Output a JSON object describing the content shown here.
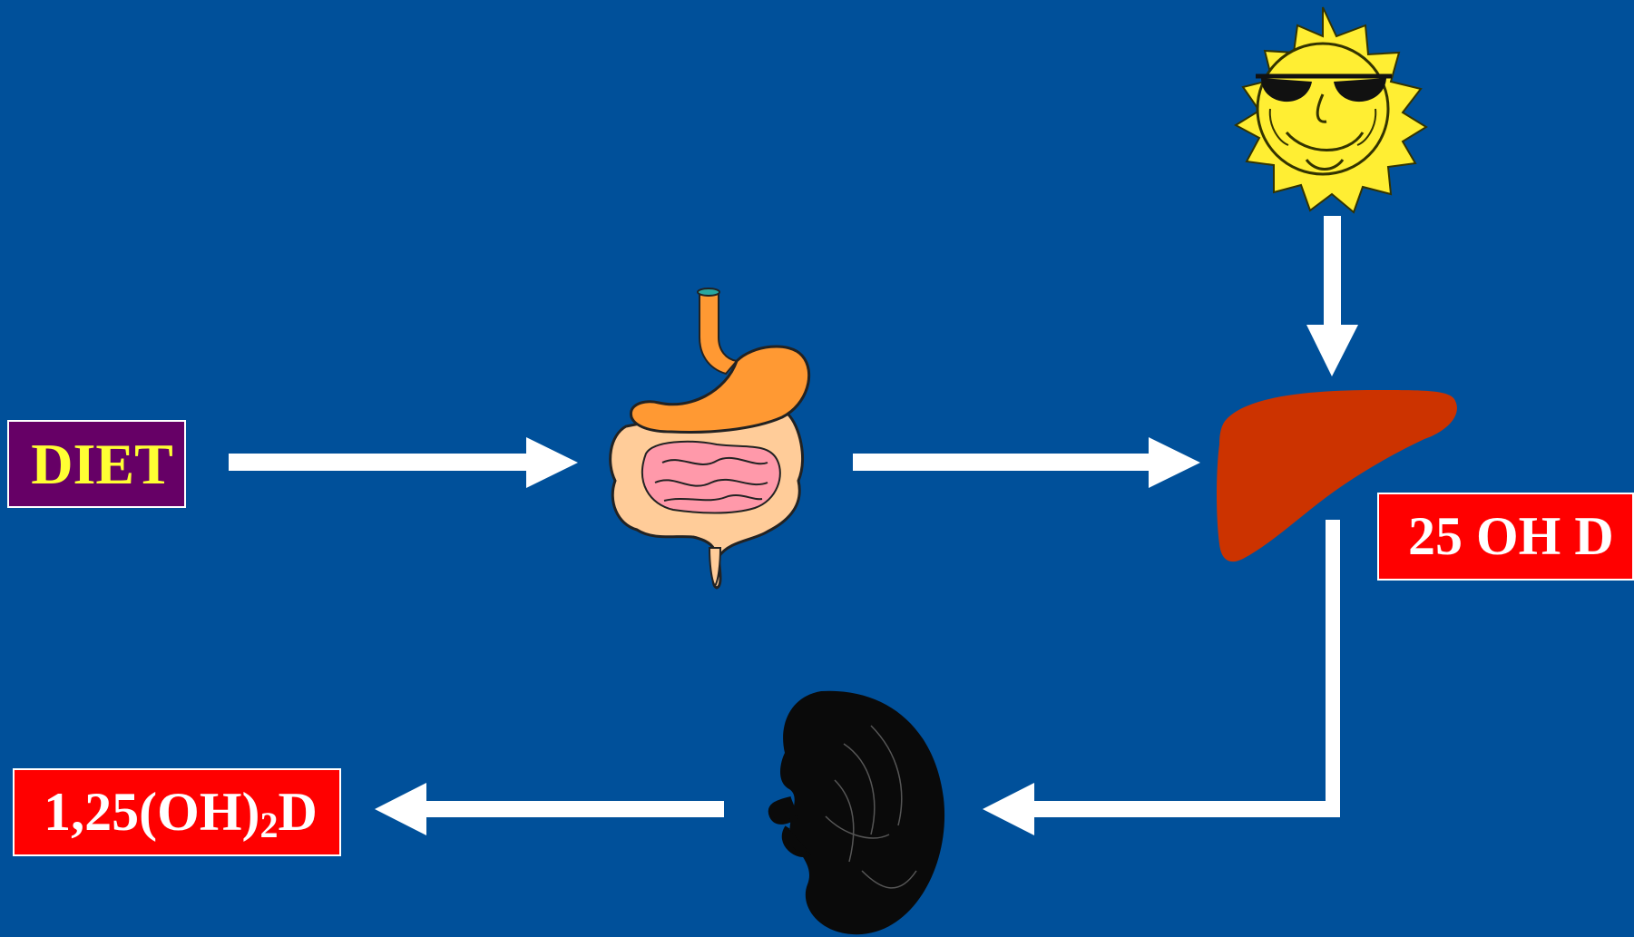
{
  "labels": {
    "diet": "DIET",
    "liver_product": "25 OH D",
    "kidney_product": {
      "prefix": "1,25(OH)",
      "subscript": "2",
      "suffix": "D"
    }
  },
  "icons": {
    "sun": "sun-with-sunglasses-icon",
    "intestine": "digestive-tract-icon",
    "liver": "liver-icon",
    "kidney": "kidney-icon"
  },
  "colors": {
    "background": "#00509a",
    "arrow": "#ffffff",
    "diet_box": "#660066",
    "diet_text": "#ffff33",
    "product_box": "#ff0000",
    "product_text": "#ffffff",
    "liver": "#cc3300",
    "sun": "#ffee33"
  }
}
